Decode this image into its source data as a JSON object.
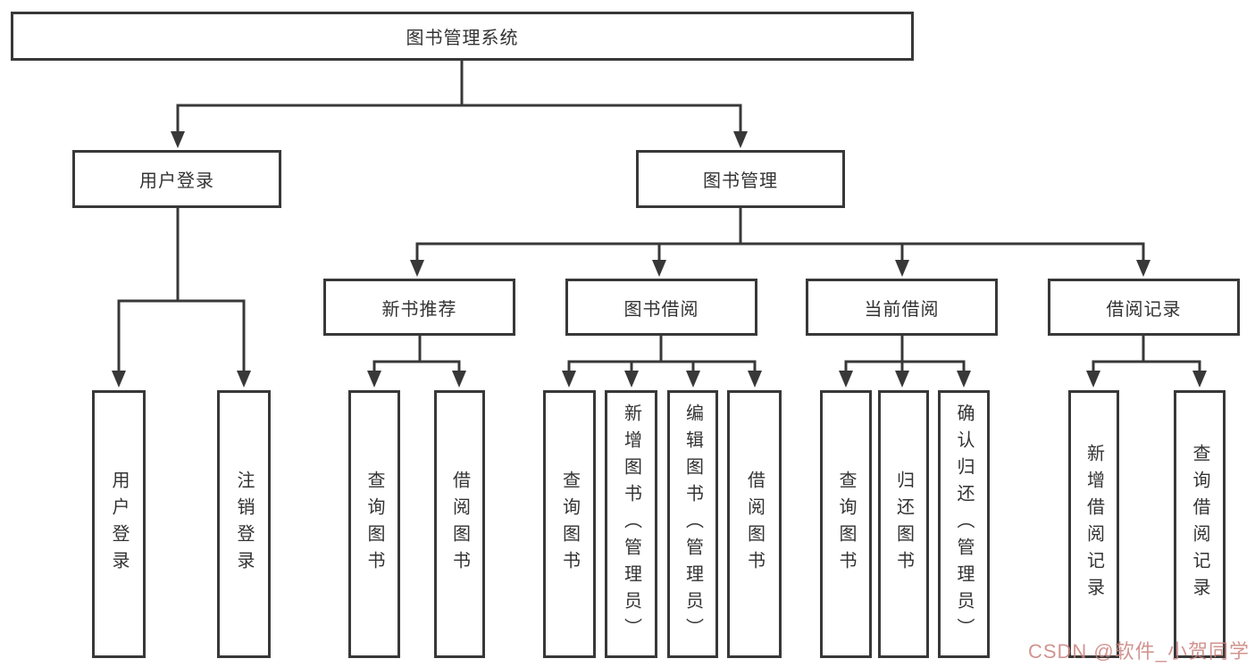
{
  "diagram": {
    "root": {
      "label": "图书管理系统"
    },
    "level2": [
      {
        "label": "用户登录"
      },
      {
        "label": "图书管理"
      }
    ],
    "level3": [
      {
        "label": "新书推荐"
      },
      {
        "label": "图书借阅"
      },
      {
        "label": "当前借阅"
      },
      {
        "label": "借阅记录"
      }
    ],
    "leaves": [
      {
        "label": "用户登录"
      },
      {
        "label": "注销登录"
      },
      {
        "label": "查询图书"
      },
      {
        "label": "借阅图书"
      },
      {
        "label": "查询图书"
      },
      {
        "label": "新增图书（管理员）"
      },
      {
        "label": "编辑图书（管理员）"
      },
      {
        "label": "借阅图书"
      },
      {
        "label": "查询图书"
      },
      {
        "label": "归还图书"
      },
      {
        "label": "确认归还（管理员）"
      },
      {
        "label": "新增借阅记录"
      },
      {
        "label": "查询借阅记录"
      }
    ]
  },
  "watermark": {
    "text": "CSDN @软件_小贺同学"
  },
  "colors": {
    "line": "#383838",
    "text": "#333333",
    "watermark": "#c9827d",
    "background": "#ffffff"
  }
}
